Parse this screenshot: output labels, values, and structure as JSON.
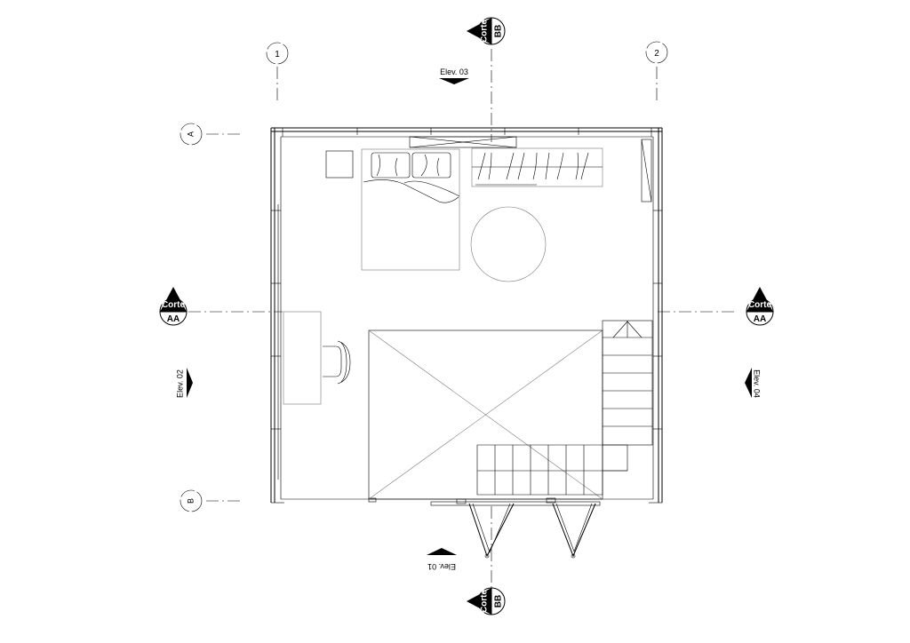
{
  "grid": {
    "col_1": "1",
    "col_2": "2",
    "row_a": "A",
    "row_b": "B"
  },
  "sections": {
    "bb_top": {
      "word": "Corte",
      "code": "BB"
    },
    "bb_bottom": {
      "word": "Corte",
      "code": "BB"
    },
    "aa_left": {
      "word": "Corte",
      "code": "AA"
    },
    "aa_right": {
      "word": "Corte",
      "code": "AA"
    }
  },
  "elevations": {
    "top": "Elev. 03",
    "bottom": "Elev. 01",
    "left": "Elev. 02",
    "right": "Elev. 04"
  }
}
